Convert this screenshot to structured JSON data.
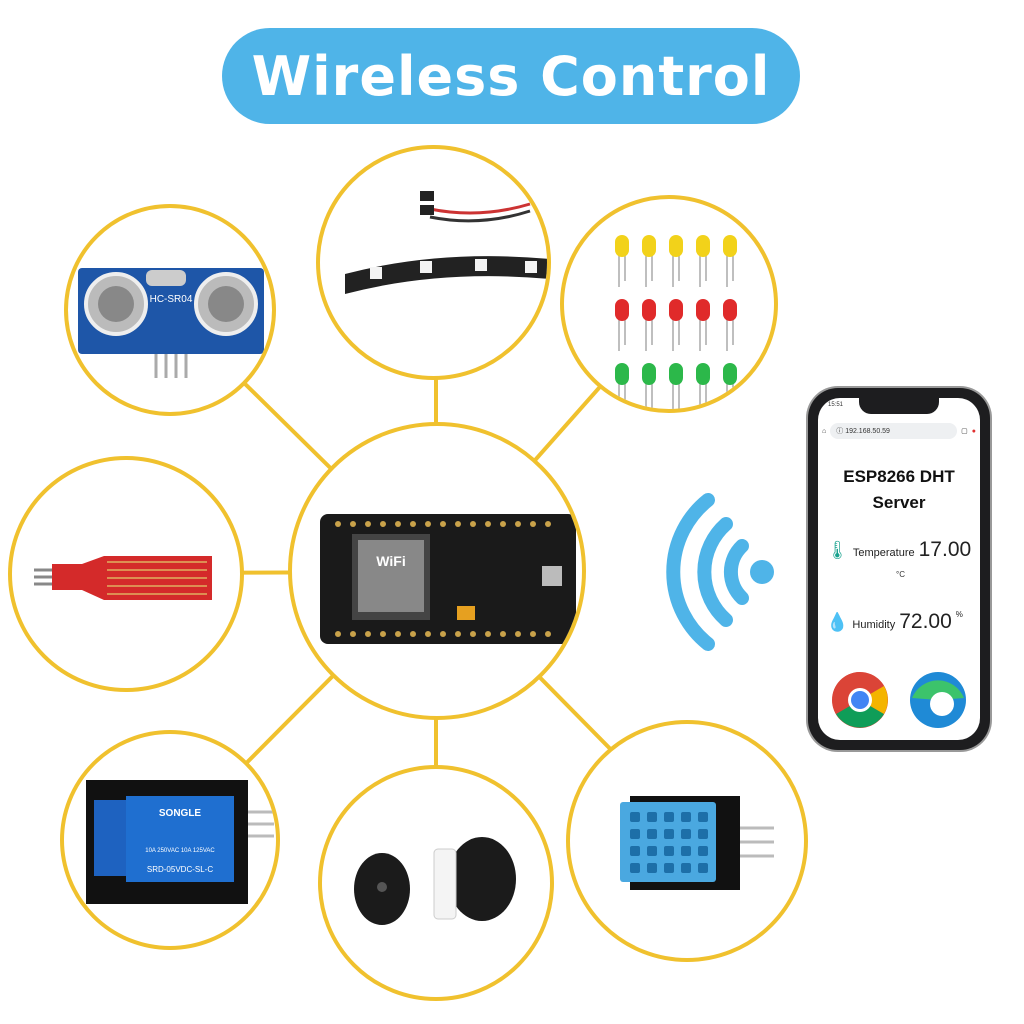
{
  "title": "Wireless Control",
  "colors": {
    "accent": "#4fb4e8",
    "ring": "#f0c12e",
    "pcb_blue": "#1e56a8",
    "pcb_black": "#1a1a1a"
  },
  "modules": {
    "ultrasonic_label": "HC-SR04",
    "mcu_wifi_label": "WiFi",
    "relay_brand": "SONGLE",
    "relay_model": "SRD-05VDC-SL-C",
    "relay_rating": "10A 250VAC 10A 125VAC"
  },
  "phone": {
    "time": "15:51",
    "url": "192.168.50.59",
    "heading": "ESP8266 DHT Server",
    "temperature_label": "Temperature",
    "temperature_value": "17.00",
    "temperature_unit": "°C",
    "humidity_label": "Humidity",
    "humidity_value": "72.00",
    "humidity_unit": "%",
    "icons": [
      "home-icon",
      "info-icon",
      "tabs-icon",
      "menu-icon",
      "thermometer-icon",
      "droplet-icon",
      "chrome-icon",
      "edge-icon"
    ]
  },
  "wifi_icon": "wifi-signal-icon"
}
